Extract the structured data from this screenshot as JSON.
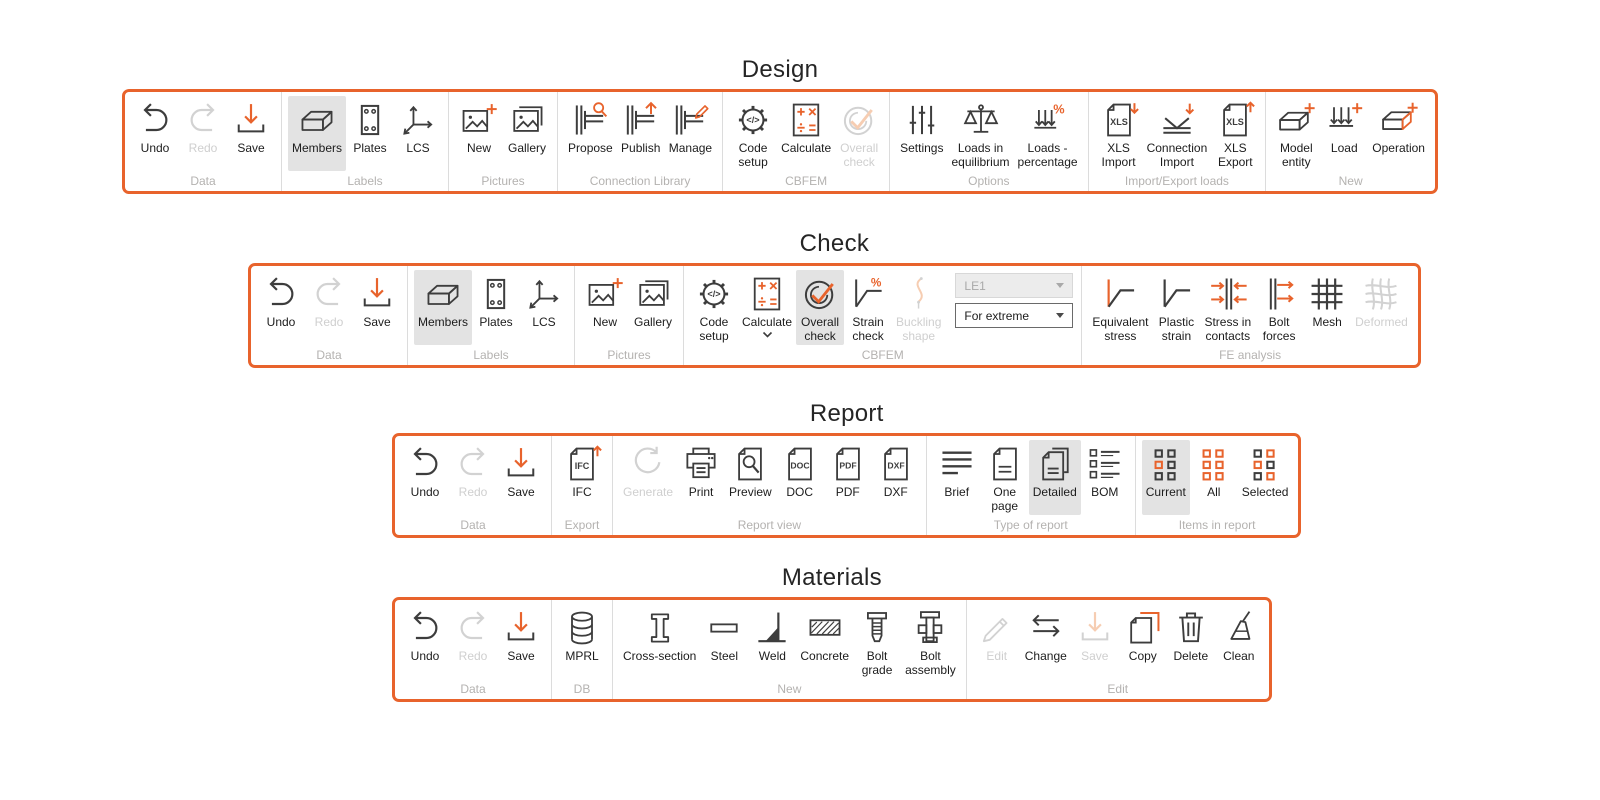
{
  "accent": "#e8632c",
  "icon_dark": "#3d3d3d",
  "disabled_gray": "#d2d2d2",
  "disabled_orange": "#f6cdb2",
  "selected_bg": "#e3e3e3",
  "ribbons": [
    {
      "title": "Design",
      "groups": [
        {
          "label": "Data",
          "items": [
            {
              "label": "Undo",
              "icon": "undo"
            },
            {
              "label": "Redo",
              "icon": "redo",
              "state": "disabled"
            },
            {
              "label": "Save",
              "icon": "save"
            }
          ]
        },
        {
          "label": "Labels",
          "items": [
            {
              "label": "Members",
              "icon": "members",
              "state": "selected"
            },
            {
              "label": "Plates",
              "icon": "plates"
            },
            {
              "label": "LCS",
              "icon": "lcs"
            }
          ]
        },
        {
          "label": "Pictures",
          "items": [
            {
              "label": "New",
              "icon": "picture-new"
            },
            {
              "label": "Gallery",
              "icon": "gallery"
            }
          ]
        },
        {
          "label": "Connection Library",
          "items": [
            {
              "label": "Propose",
              "icon": "propose"
            },
            {
              "label": "Publish",
              "icon": "publish"
            },
            {
              "label": "Manage",
              "icon": "manage"
            }
          ]
        },
        {
          "label": "CBFEM",
          "items": [
            {
              "label": "Code\nsetup",
              "icon": "code-setup"
            },
            {
              "label": "Calculate",
              "icon": "calculate"
            },
            {
              "label": "Overall\ncheck",
              "icon": "overall-check",
              "state": "disabled"
            }
          ]
        },
        {
          "label": "Options",
          "items": [
            {
              "label": "Settings",
              "icon": "settings"
            },
            {
              "label": "Loads in\nequilibrium",
              "icon": "loads-equilibrium"
            },
            {
              "label": "Loads -\npercentage",
              "icon": "loads-percentage"
            }
          ]
        },
        {
          "label": "Import/Export loads",
          "items": [
            {
              "label": "XLS\nImport",
              "icon": "xls-import"
            },
            {
              "label": "Connection\nImport",
              "icon": "connection-import"
            },
            {
              "label": "XLS\nExport",
              "icon": "xls-export"
            }
          ]
        },
        {
          "label": "New",
          "items": [
            {
              "label": "Model\nentity",
              "icon": "model-entity"
            },
            {
              "label": "Load",
              "icon": "load-new"
            },
            {
              "label": "Operation",
              "icon": "operation-new"
            }
          ]
        }
      ]
    },
    {
      "title": "Check",
      "groups": [
        {
          "label": "Data",
          "items": [
            {
              "label": "Undo",
              "icon": "undo"
            },
            {
              "label": "Redo",
              "icon": "redo",
              "state": "disabled"
            },
            {
              "label": "Save",
              "icon": "save"
            }
          ]
        },
        {
          "label": "Labels",
          "items": [
            {
              "label": "Members",
              "icon": "members",
              "state": "selected"
            },
            {
              "label": "Plates",
              "icon": "plates"
            },
            {
              "label": "LCS",
              "icon": "lcs"
            }
          ]
        },
        {
          "label": "Pictures",
          "items": [
            {
              "label": "New",
              "icon": "picture-new"
            },
            {
              "label": "Gallery",
              "icon": "gallery"
            }
          ]
        },
        {
          "label": "CBFEM",
          "items": [
            {
              "label": "Code\nsetup",
              "icon": "code-setup"
            },
            {
              "label": "Calculate",
              "icon": "calculate",
              "chevron": true
            },
            {
              "label": "Overall\ncheck",
              "icon": "overall-check",
              "state": "selected"
            },
            {
              "label": "Strain\ncheck",
              "icon": "strain-check"
            },
            {
              "label": "Buckling\nshape",
              "icon": "buckling-shape",
              "state": "disabled"
            },
            {
              "type": "dropdown-stack",
              "dropdowns": [
                {
                  "value": "LE1",
                  "state": "disabled"
                },
                {
                  "value": "For extreme",
                  "state": "normal"
                }
              ]
            }
          ]
        },
        {
          "label": "FE analysis",
          "items": [
            {
              "label": "Equivalent\nstress",
              "icon": "equivalent-stress"
            },
            {
              "label": "Plastic\nstrain",
              "icon": "plastic-strain"
            },
            {
              "label": "Stress in\ncontacts",
              "icon": "stress-contacts"
            },
            {
              "label": "Bolt\nforces",
              "icon": "bolt-forces"
            },
            {
              "label": "Mesh",
              "icon": "mesh"
            },
            {
              "label": "Deformed",
              "icon": "deformed",
              "state": "disabled"
            }
          ]
        }
      ]
    },
    {
      "title": "Report",
      "groups": [
        {
          "label": "Data",
          "items": [
            {
              "label": "Undo",
              "icon": "undo"
            },
            {
              "label": "Redo",
              "icon": "redo",
              "state": "disabled"
            },
            {
              "label": "Save",
              "icon": "save"
            }
          ]
        },
        {
          "label": "Export",
          "items": [
            {
              "label": "IFC",
              "icon": "ifc"
            }
          ]
        },
        {
          "label": "Report view",
          "items": [
            {
              "label": "Generate",
              "icon": "generate",
              "state": "disabled"
            },
            {
              "label": "Print",
              "icon": "print"
            },
            {
              "label": "Preview",
              "icon": "preview"
            },
            {
              "label": "DOC",
              "icon": "doc-file"
            },
            {
              "label": "PDF",
              "icon": "pdf-file"
            },
            {
              "label": "DXF",
              "icon": "dxf-file"
            }
          ]
        },
        {
          "label": "Type of report",
          "items": [
            {
              "label": "Brief",
              "icon": "brief"
            },
            {
              "label": "One\npage",
              "icon": "one-page"
            },
            {
              "label": "Detailed",
              "icon": "detailed",
              "state": "selected"
            },
            {
              "label": "BOM",
              "icon": "bom"
            }
          ]
        },
        {
          "label": "Items in report",
          "items": [
            {
              "label": "Current",
              "icon": "items-current",
              "state": "selected"
            },
            {
              "label": "All",
              "icon": "items-all"
            },
            {
              "label": "Selected",
              "icon": "items-selected"
            }
          ]
        }
      ]
    },
    {
      "title": "Materials",
      "groups": [
        {
          "label": "Data",
          "items": [
            {
              "label": "Undo",
              "icon": "undo"
            },
            {
              "label": "Redo",
              "icon": "redo",
              "state": "disabled"
            },
            {
              "label": "Save",
              "icon": "save"
            }
          ]
        },
        {
          "label": "DB",
          "items": [
            {
              "label": "MPRL",
              "icon": "mprl"
            }
          ]
        },
        {
          "label": "New",
          "items": [
            {
              "label": "Cross-section",
              "icon": "cross-section"
            },
            {
              "label": "Steel",
              "icon": "steel"
            },
            {
              "label": "Weld",
              "icon": "weld"
            },
            {
              "label": "Concrete",
              "icon": "concrete"
            },
            {
              "label": "Bolt\ngrade",
              "icon": "bolt-grade"
            },
            {
              "label": "Bolt\nassembly",
              "icon": "bolt-assembly"
            }
          ]
        },
        {
          "label": "Edit",
          "items": [
            {
              "label": "Edit",
              "icon": "edit-pencil",
              "state": "disabled"
            },
            {
              "label": "Change",
              "icon": "change"
            },
            {
              "label": "Save",
              "icon": "save",
              "state": "disabled"
            },
            {
              "label": "Copy",
              "icon": "copy"
            },
            {
              "label": "Delete",
              "icon": "delete"
            },
            {
              "label": "Clean",
              "icon": "clean"
            }
          ]
        }
      ]
    }
  ]
}
